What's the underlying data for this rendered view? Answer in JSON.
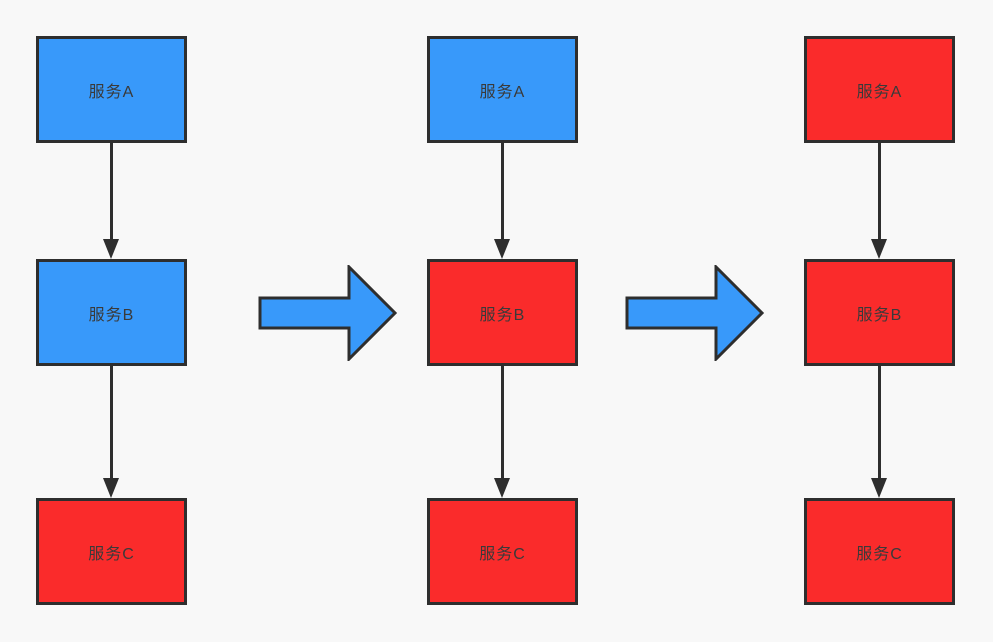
{
  "canvas": {
    "background": "#f8f8f8"
  },
  "palette": {
    "healthy_fill": "#3899fa",
    "failed_fill": "#fa2b2b",
    "outline": "#2e2e2e",
    "label_text": "#3a3a3a"
  },
  "icons": {
    "flow_connector": "down-arrow",
    "stage_transition": "right-arrow"
  },
  "stages": [
    {
      "name": "stage-1",
      "nodes": [
        {
          "label": "服务A",
          "state": "healthy"
        },
        {
          "label": "服务B",
          "state": "healthy"
        },
        {
          "label": "服务C",
          "state": "failed"
        }
      ]
    },
    {
      "name": "stage-2",
      "nodes": [
        {
          "label": "服务A",
          "state": "healthy"
        },
        {
          "label": "服务B",
          "state": "failed"
        },
        {
          "label": "服务C",
          "state": "failed"
        }
      ]
    },
    {
      "name": "stage-3",
      "nodes": [
        {
          "label": "服务A",
          "state": "failed"
        },
        {
          "label": "服务B",
          "state": "failed"
        },
        {
          "label": "服务C",
          "state": "failed"
        }
      ]
    }
  ]
}
